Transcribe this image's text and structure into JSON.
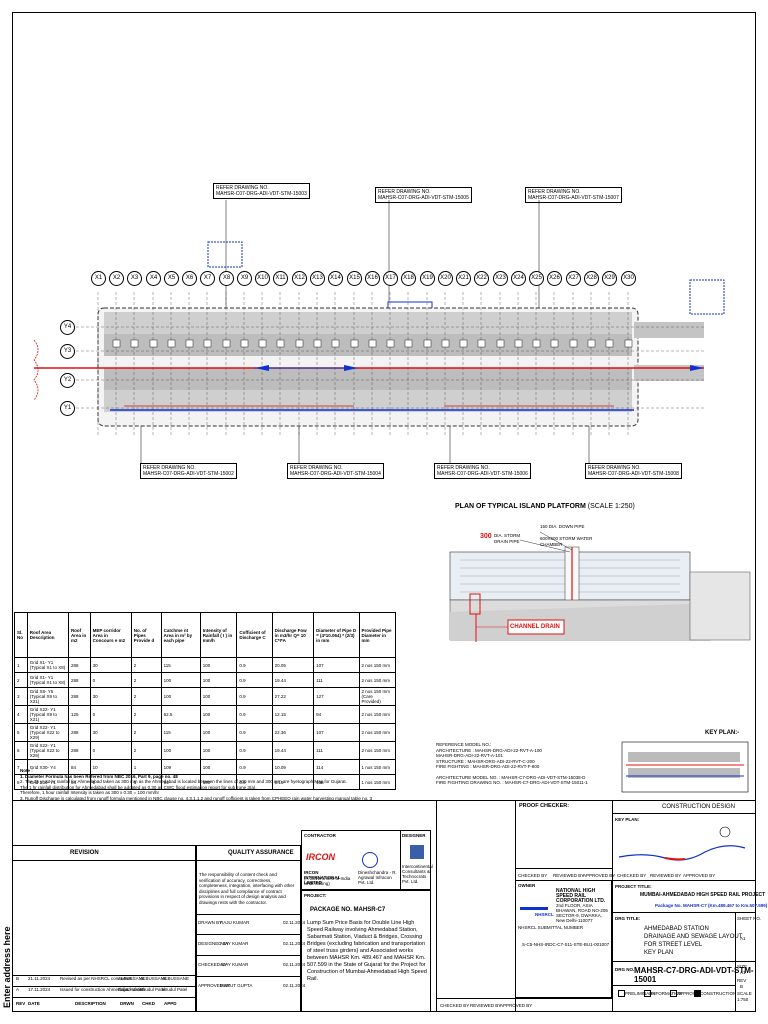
{
  "refer_top": [
    {
      "title": "REFER DRAWING NO.",
      "number": "MAHSR-C07-DRG-ADI-VDT-STM-15003"
    },
    {
      "title": "REFER DRAWING NO.",
      "number": "MAHSR-C07-DRG-ADI-VDT-STM-15005"
    },
    {
      "title": "REFER DRAWING NO.",
      "number": "MAHSR-C07-DRG-ADI-VDT-STM-15007"
    }
  ],
  "refer_bottom": [
    {
      "title": "REFER DRAWING NO.",
      "number": "MAHSR-C07-DRG-ADI-VDT-STM-15002"
    },
    {
      "title": "REFER DRAWING NO.",
      "number": "MAHSR-C07-DRG-ADI-VDT-STM-15004"
    },
    {
      "title": "REFER DRAWING NO.",
      "number": "MAHSR-C07-DRG-ADI-VDT-STM-15006"
    },
    {
      "title": "REFER DRAWING NO.",
      "number": "MAHSR-C07-DRG-ADI-VDT-STM-15008"
    }
  ],
  "columns": [
    "X1",
    "X2",
    "X3",
    "X4",
    "X5",
    "X6",
    "X7",
    "X8",
    "X9",
    "X10",
    "X11",
    "X12",
    "X13",
    "X14",
    "X15",
    "X16",
    "X17",
    "X18",
    "X19",
    "X20",
    "X21",
    "X22",
    "X23",
    "X24",
    "X25",
    "X26",
    "X27",
    "X28",
    "X29",
    "X30"
  ],
  "rows": [
    "Y4",
    "Y3",
    "Y2",
    "Y1"
  ],
  "section": {
    "title": "PLAN OF TYPICAL ISLAND PLATFORM",
    "scale": "(SCALE 1:250)",
    "label_300": "300",
    "label_dia": "DIA. STORM DRAIN PIPE",
    "label_150": "150 DIA. DOWN PIPE",
    "label_600": "600X600 STORM WATER CHAMBER",
    "channel": "CHANNEL DRAIN"
  },
  "calc_table": {
    "headers": [
      "Sl. No",
      "Roof Area Description",
      "Roof Area in m2",
      "MEP corridor Area in Concours e m2",
      "No. of Pipes Provide d",
      "Catchme nt Area in m² by each pipe",
      "Intensity of Rainfall ( I ) in mm/h",
      "Cofficient of Discharge C",
      "Discharge Fow in m3/hr Q= 10 C*I*A",
      "Diameter of Pipe D = (4*10.064) * (2/3) in mm",
      "Provided Pipe Diameter in mm"
    ],
    "rows": [
      [
        "1",
        "Grid X1- Y1 (Typical X1 to X8)",
        "288",
        "30",
        "2",
        "115",
        "100",
        "0.9",
        "20.05",
        "107",
        "2 nos 150 mm"
      ],
      [
        "2",
        "Grid X1- Y1 (Typical X1 to X8)",
        "288",
        "0",
        "2",
        "100",
        "100",
        "0.9",
        "19.44",
        "111",
        "2 nos 150 mm"
      ],
      [
        "3",
        "Grid X8- Y5 (Typical X9 to X21)",
        "288",
        "30",
        "2",
        "100",
        "100",
        "0.9",
        "27.22",
        "127",
        "2 nos 150 mm (Care Provided)"
      ],
      [
        "4",
        "Grid X22- Y1 (Typical X9 to X21)",
        "125",
        "0",
        "2",
        "62.5",
        "100",
        "0.9",
        "12.15",
        "94",
        "2 nos 150 mm"
      ],
      [
        "5",
        "Grid X22- Y1 (Typical X22 to X29)",
        "288",
        "30",
        "2",
        "115",
        "100",
        "0.9",
        "22.36",
        "107",
        "2 nos 150 mm"
      ],
      [
        "6",
        "Grid X22- Y1 (Typical X22 to X29)",
        "288",
        "0",
        "2",
        "100",
        "100",
        "0.9",
        "19.44",
        "111",
        "2 nos 150 mm"
      ],
      [
        "7",
        "Grid X30- Y4",
        "84",
        "10",
        "1",
        "109",
        "100",
        "0.9",
        "10.09",
        "114",
        "1 nos 150 mm"
      ],
      [
        "8",
        "Grid X30- Y1",
        "94",
        "0",
        "1",
        "94",
        "100",
        "0.9",
        "8.16",
        "108",
        "1 nos 150 mm"
      ]
    ]
  },
  "notes": {
    "head": "Note :",
    "n1": "1. Diameter Formula has been Refered from NBC 2016, Part 9, page no. 48",
    "n2": "2. The 25 yr 24 hr rainfall for Ahmedabad taken as 300 mm as the Ahmedabad is located between the lines of 200 mm and 300 mm are hyetograph Map for Gujarat.",
    "n3": "The 1 hr rainfall distribution for Ahmedabad shall be adopted as 0.30 as CWC flood estimation report for sub zone 3(a).",
    "n4": "Therefore, 1 hour rainfall Intensity is taken as 300 x 0.30 = 100 mm/hr",
    "n5": "3. Runoff Discharge is calculated from runoff formula mentioned in NBC clause no. 4.3.1.1.2 and runoff cofficient is taken from CPHEEO rain water harvesting manual table no. 3"
  },
  "key_plan": {
    "label": "KEY PLAN:-"
  },
  "ref_models": {
    "lines": [
      "REFERENCE MODEL NO.:",
      "ARCHITECTURE    : MAHSR-DRG-ADI-22-RVT-A-100",
      "                        MAHSR-DRG-ADI-22-RVT-A-101",
      "STRUCTURE        : MAHSR-DRG-ADI-22-RVT-C-200",
      "FIRE FIGHTING     : MAHSR-DRG-ADI-22-RVT-F-800",
      "ARCHITECTURE MODEL NO.  : MAHSR-C7-DRG-ADI-VDT-STM-15038-D",
      "FIRE FIGHTING DRAWING NO. : MAHSR-C7-DRG-ADI-VDT-STM-15011-1"
    ]
  },
  "revision": {
    "header": "REVISION",
    "cols": [
      "REV",
      "DATE",
      "DESCRIPTION",
      "DRWN",
      "CHKD",
      "APPD"
    ],
    "rows": [
      [
        "B",
        "21.11.2024",
        "Revised as per NHSRCL comments",
        "ALBUSSANE",
        "ALBUSSANE",
        "ALBUSSANE"
      ],
      [
        "A",
        "17.11.2024",
        "Issued for construction Ahmedabad station",
        "Rajat Kukreti",
        "Mrudul Patel",
        "Mrudul Patel"
      ]
    ]
  },
  "qa": {
    "header": "QUALITY ASSURANCE",
    "text": "The responsibility of content check and verification of accuracy, correctness, completeness, integration, interfacing with other disciplines and full compliance of contract provisions in respect of design analysis and drawings rests with the contractor.",
    "roles": [
      {
        "role": "DRAWN BY",
        "name": "RAJU KUMAR",
        "date": "02.11.2024"
      },
      {
        "role": "DESIGNED BY",
        "name": "AJAY KUMAR",
        "date": "02.11.2024"
      },
      {
        "role": "CHECKED BY",
        "name": "AJAY KUMAR",
        "date": "02.11.2024"
      },
      {
        "role": "APPROVED BY",
        "name": "MARUT GUPTA",
        "date": "02.11.2024"
      }
    ]
  },
  "contractor": {
    "label": "CONTRACTOR",
    "c1": "IRCON INTERNATIONAL LIMITED",
    "c1_sub": "(A Government of India Undertaking)",
    "c2": "Dineshchandra - R. Agrawal Infracon Pvt. Ltd.",
    "designer_label": "DESIGNER",
    "designer": "Intercontinental Consultants & Technocrats Pvt. Ltd."
  },
  "project": {
    "label": "PROJECT:",
    "package": "PACKAGE NO. MAHSR-C7",
    "desc": "Lump Sum Price Basis for Double Line High Speed Railway involving Ahmedabad Station, Sabarmati Station, Viaduct & Bridges, Crossing Bridges (excluding fabrication and transportation of steel truss girders) and Associated works between MAHSR Km. 489.467 and MAHSR Km. 507.599 in the State of Gujarat for the Project for Construction of Mumbai-Ahmedabad High Speed Rail."
  },
  "owner": {
    "label": "OWNER",
    "name": "NATIONAL HIGH SPEED RAIL CORPORATION LTD.",
    "addr": "2nd FLOOR, ASIA BHAWAN, ROAD NO-205 SECTOR-9, DWARKA, New Delhi-110077",
    "logo": "NHSRCL",
    "sub_label": "NHSRCL SUBMITTAL NUMBER",
    "sub_no": "S-C5-NHS-IRDC-C7-S11-STE-BU1-001007"
  },
  "checked_row": [
    "CHECKED BY",
    "REVIEWED BY",
    "APPROVED BY",
    "CHECKED BY",
    "REVIEWED BY",
    "APPROVED BY"
  ],
  "checker": {
    "label": "PROOF CHECKER:",
    "design": "CONSTRUCTION DESIGN",
    "key_plan": "KEY PLAN:"
  },
  "project_title": {
    "label": "PROJECT TITLE:",
    "name": "MUMBAI-AHMEDABAD HIGH SPEED RAIL PROJECT",
    "package": "Package No. MAHSR-C7 (Km.489.467 to Km.507.599)"
  },
  "drg_title": {
    "label": "DRG TITLE:",
    "l1": "AHMEDABAD STATION",
    "l2": "DRAINAGE AND SEWAGE LAYOUT FOR STREET LEVEL",
    "l3": "KEY PLAN"
  },
  "drawing": {
    "label": "DRG NO.",
    "number": "MAHSR-C7-DRG-ADI-VDT-STM-15001",
    "sheet_label": "SHEET NO.",
    "sheet": "A1",
    "size_label": "SIZE",
    "size": "A1",
    "rev_label": "REV",
    "rev": "B",
    "scale_label": "SCALE",
    "scale": "1:750"
  },
  "status": [
    "PRELIMINARY",
    "INFORMATION",
    "APPROVAL",
    "CONSTRUCTION"
  ],
  "side_text": "Enter address here"
}
